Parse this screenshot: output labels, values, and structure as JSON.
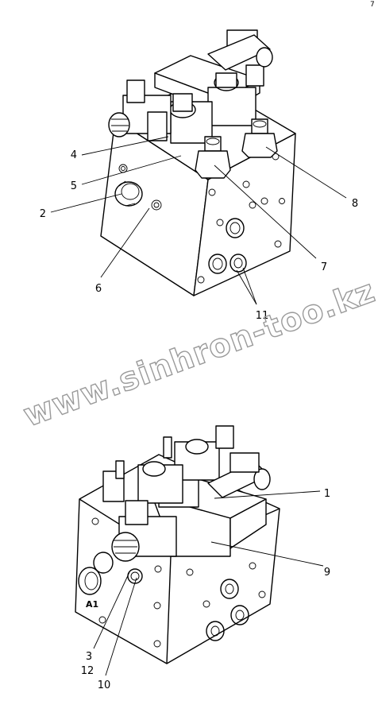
{
  "corner_mark": "7",
  "watermark": "www.sinhron-too.kz",
  "block_marking": "A1",
  "callouts": {
    "c1": "1",
    "c2": "2",
    "c3": "3",
    "c4": "4",
    "c5": "5",
    "c6": "6",
    "c7": "7",
    "c8": "8",
    "c9": "9",
    "c10": "10",
    "c11": "11",
    "c12": "12"
  }
}
